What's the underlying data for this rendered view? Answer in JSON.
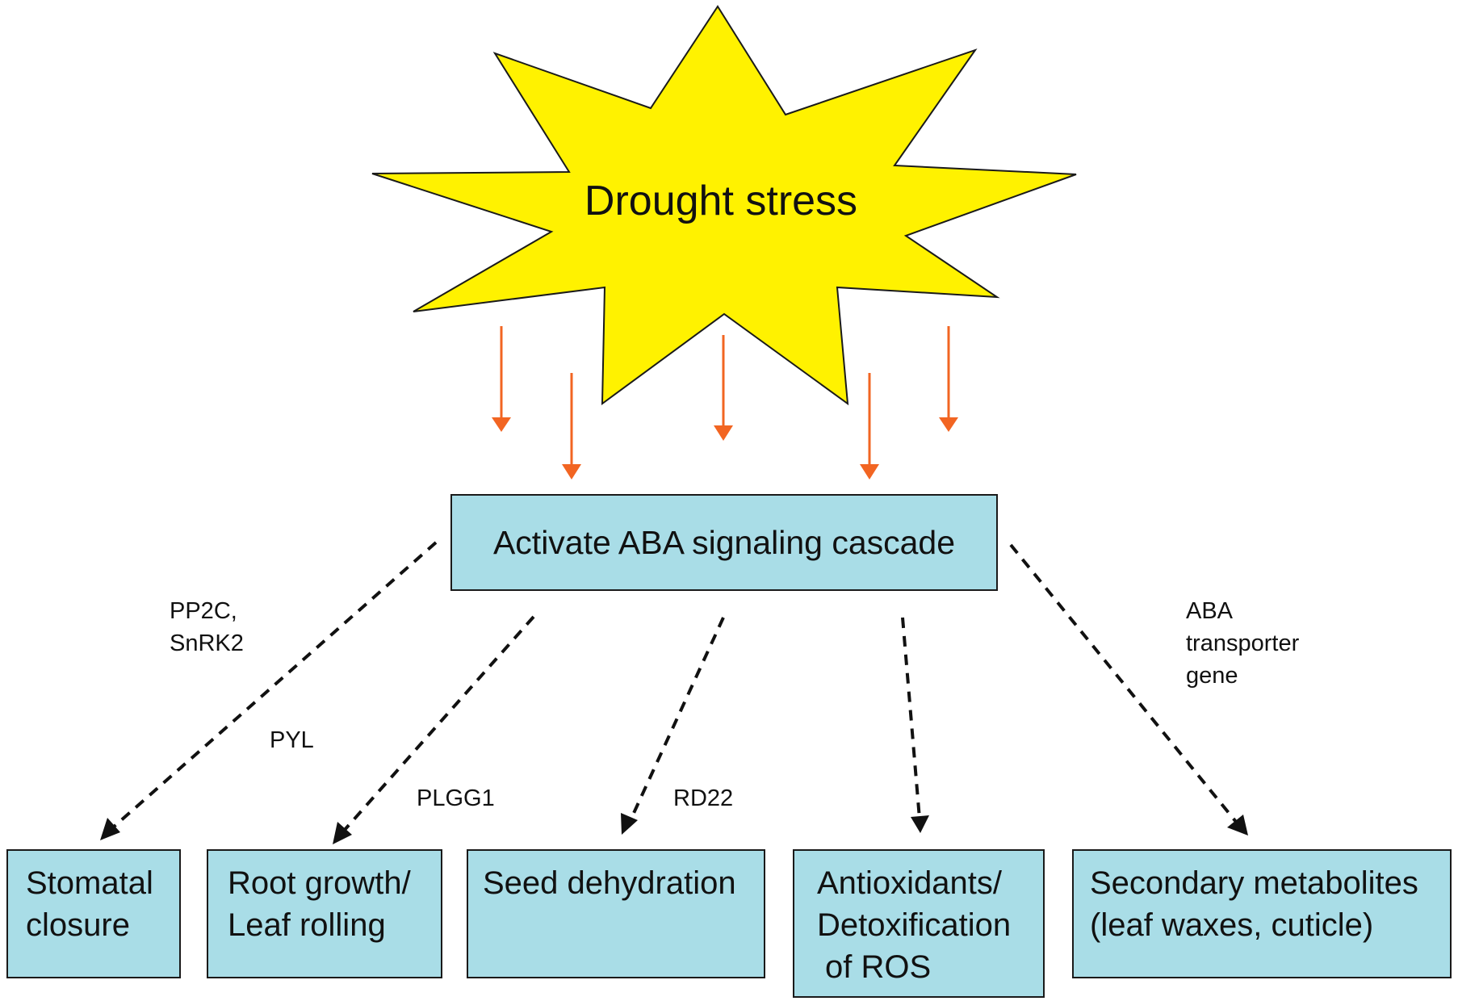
{
  "stress_label": "Drought stress",
  "center_box": "Activate ABA signaling cascade",
  "outcomes": [
    {
      "lines": [
        "Stomatal",
        "closure"
      ]
    },
    {
      "lines": [
        "Root growth/",
        "Leaf rolling"
      ]
    },
    {
      "lines": [
        "Seed dehydration"
      ]
    },
    {
      "lines": [
        "Antioxidants/",
        "Detoxification",
        "of ROS"
      ]
    },
    {
      "lines": [
        "Secondary metabolites",
        "(leaf waxes, cuticle)"
      ]
    }
  ],
  "edge_labels": [
    {
      "lines": [
        "PP2C,",
        "SnRK2"
      ]
    },
    {
      "lines": [
        "PYL"
      ]
    },
    {
      "lines": [
        "PLGG1"
      ]
    },
    {
      "lines": [
        "RD22"
      ]
    },
    {
      "lines": [
        "ABA",
        "transporter",
        "gene"
      ]
    }
  ],
  "colors": {
    "star_fill": "#FFF200",
    "star_stroke": "#1a1a1a",
    "box_fill": "#A9DDE7",
    "arrow_orange": "#F26522",
    "arrow_dashed": "#111111"
  }
}
